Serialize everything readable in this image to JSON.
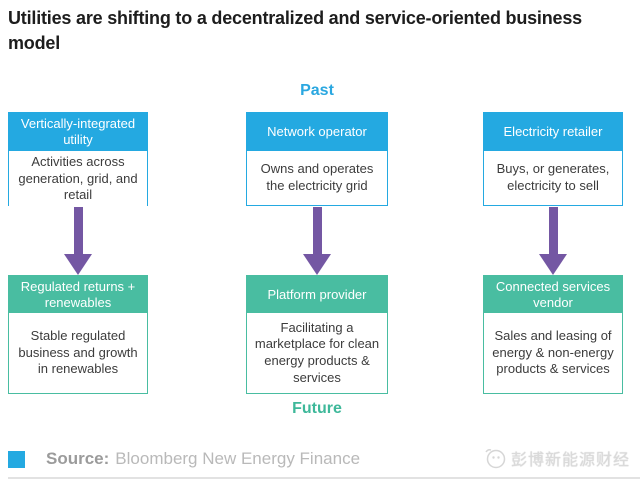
{
  "title": "Utilities are shifting to a decentralized and service-oriented business model",
  "labels": {
    "past": "Past",
    "future": "Future"
  },
  "columns": [
    {
      "past": {
        "header": "Vertically-integrated utility",
        "body": "Activities across generation, grid, and retail"
      },
      "future": {
        "header": "Regulated returns + renewables",
        "body": "Stable regulated business and growth in renewables"
      }
    },
    {
      "past": {
        "header": "Network operator",
        "body": "Owns and operates the electricity grid"
      },
      "future": {
        "header": "Platform provider",
        "body": "Facilitating a marketplace for clean energy products & services"
      }
    },
    {
      "past": {
        "header": "Electricity retailer",
        "body": "Buys, or generates, electricity to sell"
      },
      "future": {
        "header": "Connected services vendor",
        "body": "Sales and leasing of energy & non-energy products & services"
      }
    }
  ],
  "source": {
    "label": "Source:",
    "text": "Bloomberg New Energy Finance"
  },
  "watermark": {
    "text": "彭博新能源财经"
  },
  "colors": {
    "past_accent": "#24a9e1",
    "future_accent": "#49bda1",
    "arrow": "#7457a3",
    "past_label": "#2aa7e0",
    "future_label": "#3eb89a"
  }
}
